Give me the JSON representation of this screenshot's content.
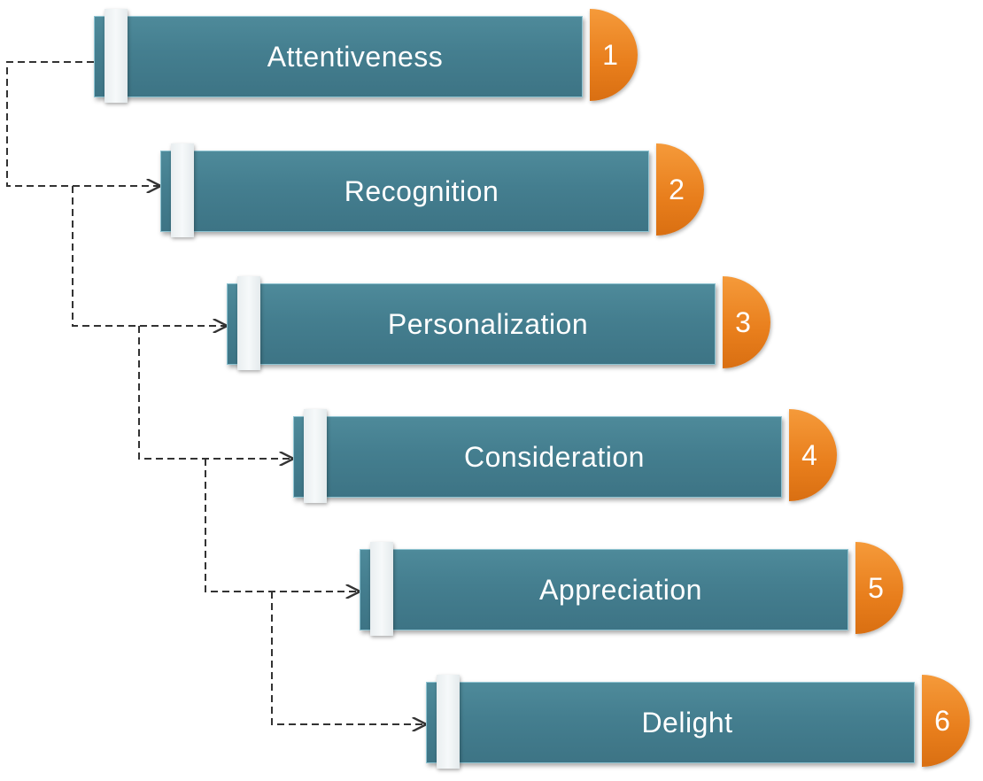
{
  "steps": [
    {
      "number": "1",
      "label": "Attentiveness"
    },
    {
      "number": "2",
      "label": "Recognition"
    },
    {
      "number": "3",
      "label": "Personalization"
    },
    {
      "number": "4",
      "label": "Consideration"
    },
    {
      "number": "5",
      "label": "Appreciation"
    },
    {
      "number": "6",
      "label": "Delight"
    }
  ],
  "colors": {
    "bar": "#447e8f",
    "badge": "#e87e1c",
    "tab": "#f2f5f6",
    "connector": "#333333"
  }
}
